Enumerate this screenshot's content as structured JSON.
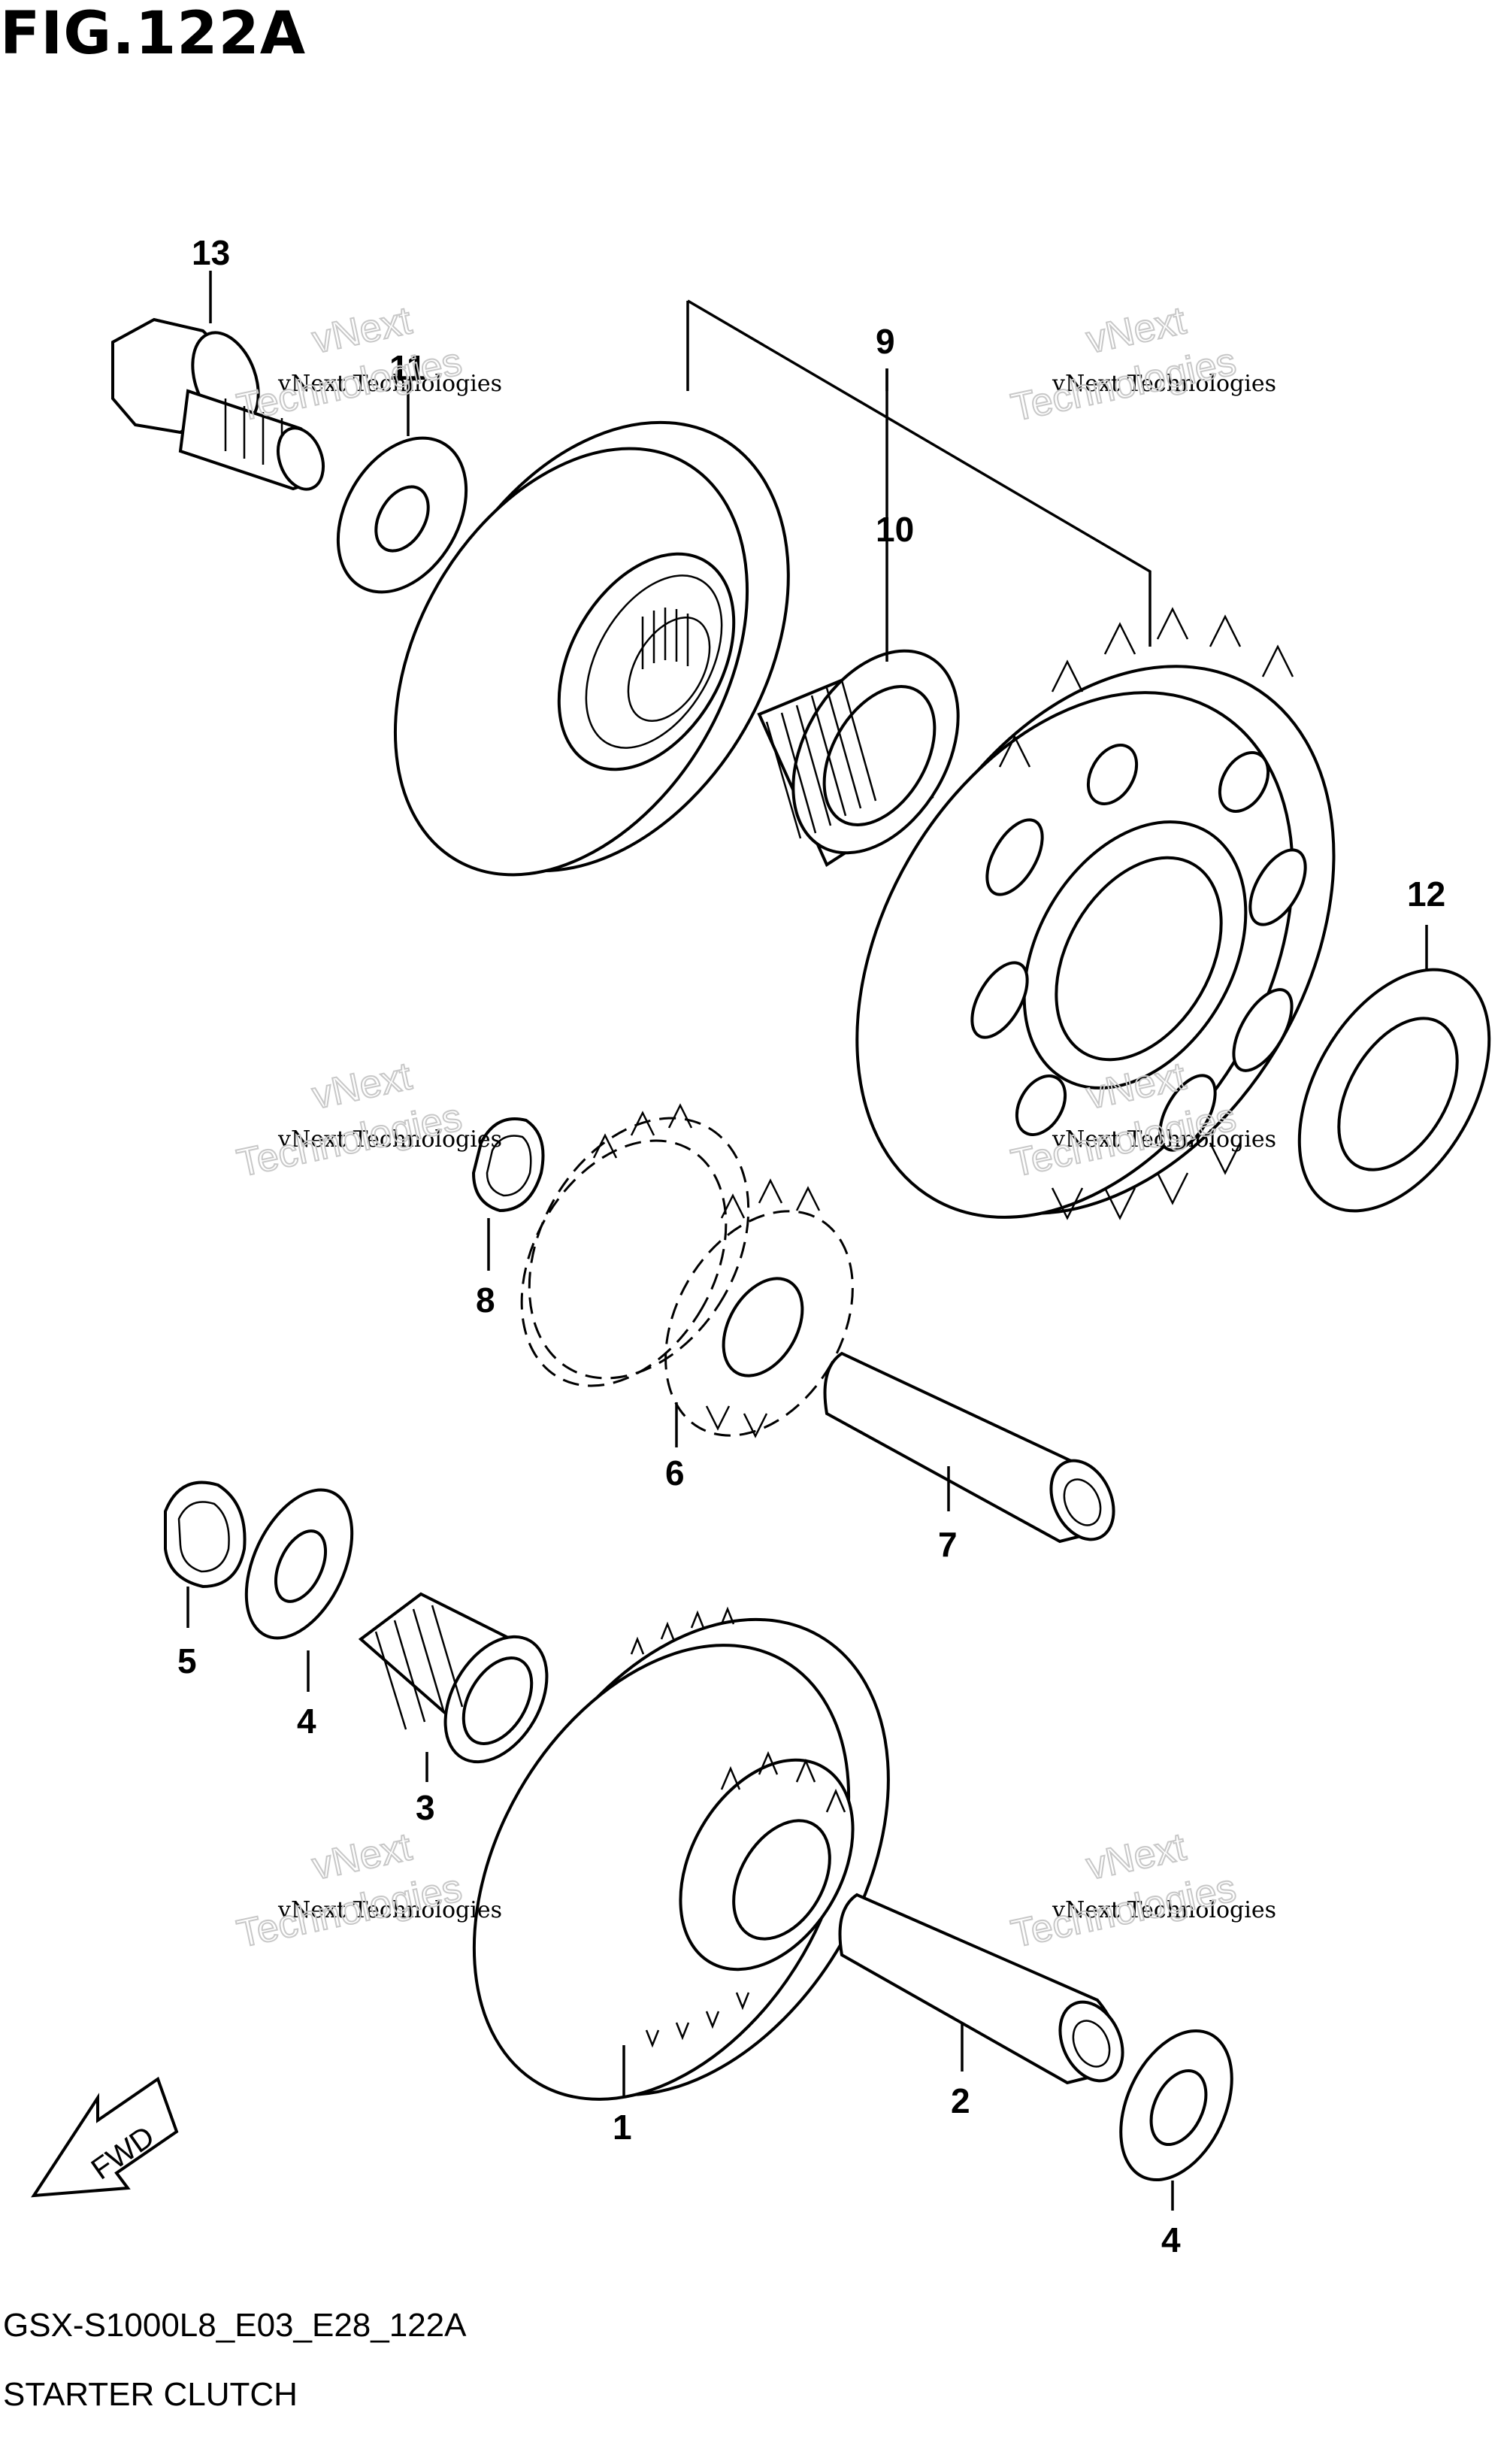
{
  "figure": {
    "title": "FIG.122A",
    "model_code": "GSX-S1000L8_E03_E28_122A",
    "section_name": "STARTER CLUTCH"
  },
  "watermark": {
    "line1": "vNext Technologies",
    "line2_a": "vNext",
    "line2_b": "Technologies"
  },
  "fwd_label": "FWD",
  "callouts": [
    {
      "id": "c13",
      "label": "13"
    },
    {
      "id": "c11",
      "label": "11"
    },
    {
      "id": "c9",
      "label": "9"
    },
    {
      "id": "c10",
      "label": "10"
    },
    {
      "id": "c12",
      "label": "12"
    },
    {
      "id": "c8",
      "label": "8"
    },
    {
      "id": "c6",
      "label": "6"
    },
    {
      "id": "c7",
      "label": "7"
    },
    {
      "id": "c5",
      "label": "5"
    },
    {
      "id": "c4a",
      "label": "4"
    },
    {
      "id": "c3",
      "label": "3"
    },
    {
      "id": "c1",
      "label": "1"
    },
    {
      "id": "c2",
      "label": "2"
    },
    {
      "id": "c4b",
      "label": "4"
    }
  ]
}
